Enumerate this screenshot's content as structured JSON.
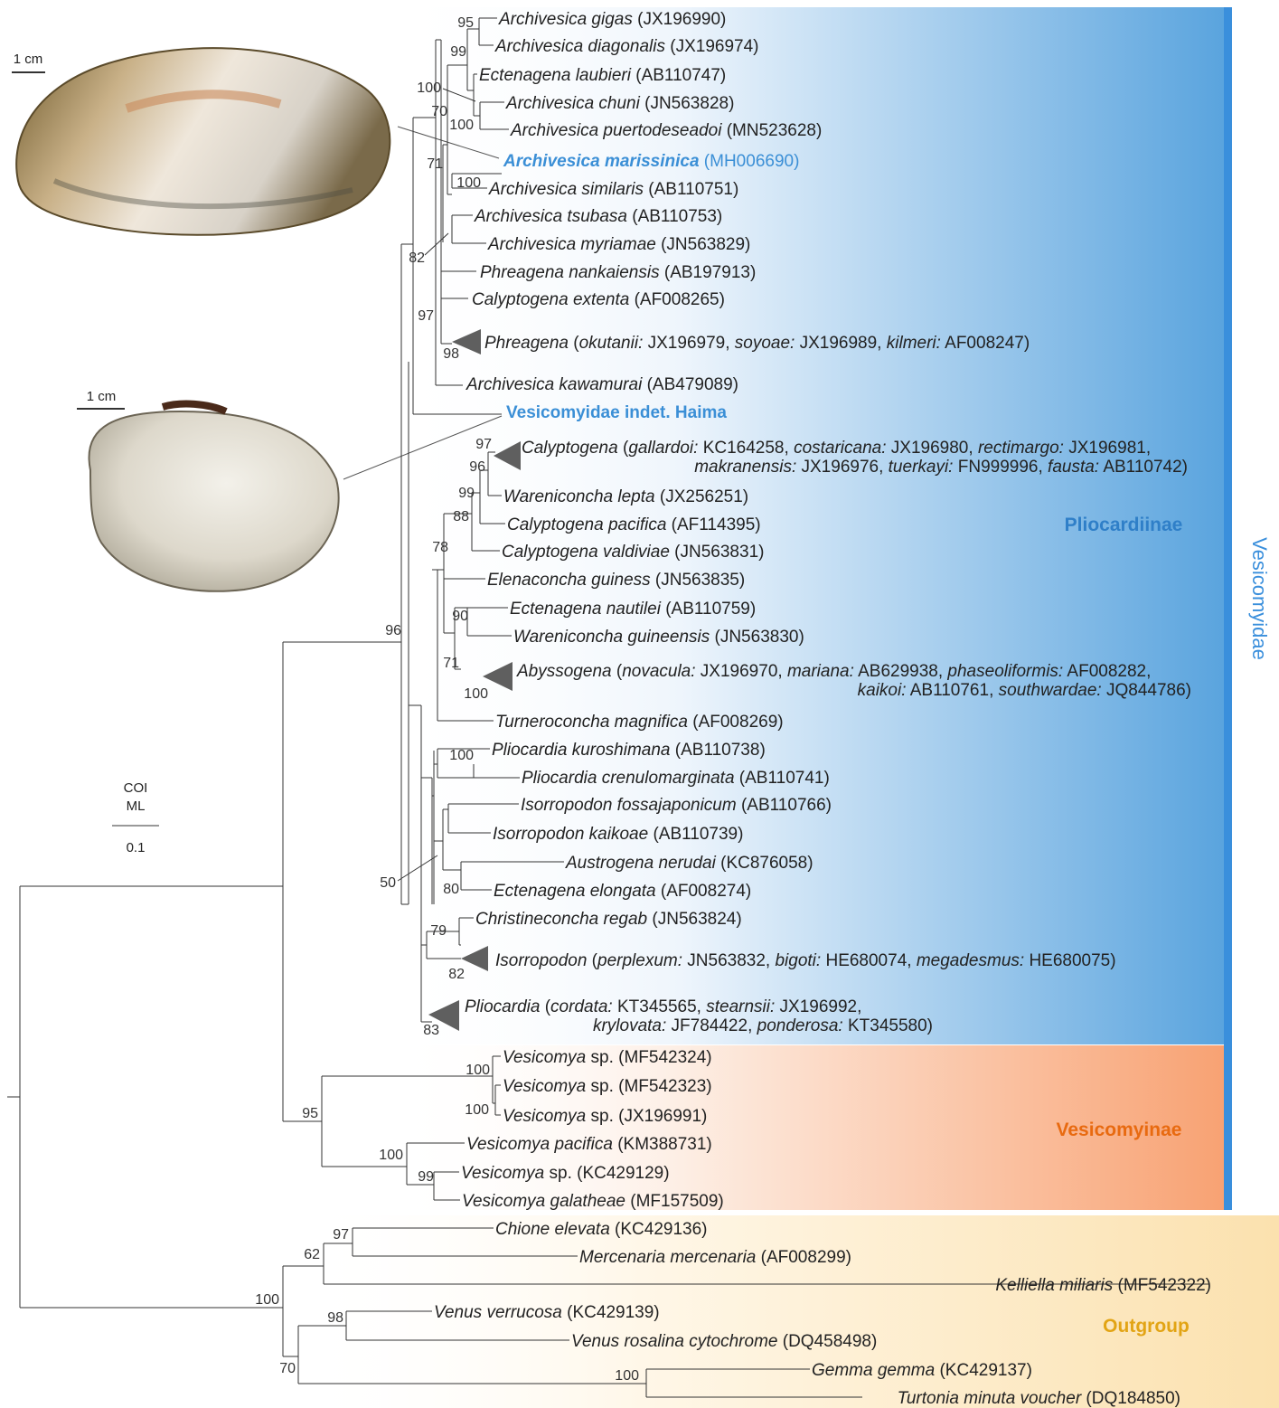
{
  "tree": {
    "method_lines": [
      "COI",
      "ML"
    ],
    "scale_bar": "0.1",
    "shell_scales": [
      "1 cm",
      "1 cm"
    ],
    "colors": {
      "branch": "#333333",
      "highlight": "#3b8fd6",
      "pliocardiinae": "#2f7fc8",
      "vesicomyinae": "#e86a10",
      "outgroup": "#e2a414",
      "vesicomyidae_bar": "#3a8fdc"
    },
    "groups": {
      "pliocardiinae": "Pliocardiinae",
      "vesicomyinae": "Vesicomyinae",
      "outgroup": "Outgroup",
      "family": "Vesicomyidae"
    },
    "taxa": [
      {
        "id": "gigas",
        "parts": [
          [
            "i",
            "Archivesica gigas"
          ],
          [
            "n",
            " (JX196990)"
          ]
        ]
      },
      {
        "id": "diagonalis",
        "parts": [
          [
            "i",
            "Archivesica diagonalis"
          ],
          [
            "n",
            " (JX196974)"
          ]
        ]
      },
      {
        "id": "laubieri",
        "parts": [
          [
            "i",
            "Ectenagena laubieri"
          ],
          [
            "n",
            " (AB110747)"
          ]
        ]
      },
      {
        "id": "chuni",
        "parts": [
          [
            "i",
            "Archivesica chuni"
          ],
          [
            "n",
            " (JN563828)"
          ]
        ]
      },
      {
        "id": "puerto",
        "parts": [
          [
            "i",
            "Archivesica puertodeseadoi"
          ],
          [
            "n",
            " (MN523628)"
          ]
        ]
      },
      {
        "id": "maris",
        "highlight": true,
        "parts": [
          [
            "ib",
            "Archivesica marissinica"
          ],
          [
            "n",
            " (MH006690)"
          ]
        ]
      },
      {
        "id": "similaris",
        "parts": [
          [
            "i",
            "Archivesica similaris"
          ],
          [
            "n",
            " (AB110751)"
          ]
        ]
      },
      {
        "id": "tsubasa",
        "parts": [
          [
            "i",
            "Archivesica tsubasa"
          ],
          [
            "n",
            " (AB110753)"
          ]
        ]
      },
      {
        "id": "myriamae",
        "parts": [
          [
            "i",
            "Archivesica myriamae"
          ],
          [
            "n",
            " (JN563829)"
          ]
        ]
      },
      {
        "id": "nankai",
        "parts": [
          [
            "i",
            "Phreagena nankaiensis"
          ],
          [
            "n",
            " (AB197913)"
          ]
        ]
      },
      {
        "id": "extenta",
        "parts": [
          [
            "i",
            "Calyptogena extenta"
          ],
          [
            "n",
            " (AF008265)"
          ]
        ]
      },
      {
        "id": "phreagena",
        "parts": [
          [
            "i",
            "Phreagena"
          ],
          [
            "n",
            " ("
          ],
          [
            "i",
            "okutanii:"
          ],
          [
            "n",
            " JX196979, "
          ],
          [
            "i",
            "soyoae:"
          ],
          [
            "n",
            " JX196989, "
          ],
          [
            "i",
            "kilmeri:"
          ],
          [
            "n",
            " AF008247)"
          ]
        ]
      },
      {
        "id": "kawamurai",
        "parts": [
          [
            "i",
            "Archivesica kawamurai"
          ],
          [
            "n",
            " (AB479089)"
          ]
        ]
      },
      {
        "id": "haima",
        "highlight": true,
        "parts": [
          [
            "b",
            "Vesicomyidae indet. Haima"
          ]
        ]
      },
      {
        "id": "calyp1",
        "parts": [
          [
            "i",
            "Calyptogena"
          ],
          [
            "n",
            " ("
          ],
          [
            "i",
            "gallardoi:"
          ],
          [
            "n",
            " KC164258, "
          ],
          [
            "i",
            "costaricana:"
          ],
          [
            "n",
            " JX196980, "
          ],
          [
            "i",
            "rectimargo:"
          ],
          [
            "n",
            " JX196981,"
          ]
        ]
      },
      {
        "id": "calyp2",
        "parts": [
          [
            "i",
            "makranensis:"
          ],
          [
            "n",
            " JX196976, "
          ],
          [
            "i",
            "tuerkayi:"
          ],
          [
            "n",
            " FN999996, "
          ],
          [
            "i",
            "fausta:"
          ],
          [
            "n",
            " AB110742)"
          ]
        ]
      },
      {
        "id": "lepta",
        "parts": [
          [
            "i",
            "Wareniconcha lepta"
          ],
          [
            "n",
            " (JX256251)"
          ]
        ]
      },
      {
        "id": "pacifica",
        "parts": [
          [
            "i",
            "Calyptogena pacifica"
          ],
          [
            "n",
            " (AF114395)"
          ]
        ]
      },
      {
        "id": "valdiviae",
        "parts": [
          [
            "i",
            "Calyptogena valdiviae"
          ],
          [
            "n",
            " (JN563831)"
          ]
        ]
      },
      {
        "id": "guiness",
        "parts": [
          [
            "i",
            "Elenaconcha guiness"
          ],
          [
            "n",
            " (JN563835)"
          ]
        ]
      },
      {
        "id": "nautilei",
        "parts": [
          [
            "i",
            "Ectenagena nautilei"
          ],
          [
            "n",
            " (AB110759)"
          ]
        ]
      },
      {
        "id": "guineensis",
        "parts": [
          [
            "i",
            "Wareniconcha guineensis"
          ],
          [
            "n",
            " (JN563830)"
          ]
        ]
      },
      {
        "id": "abysso1",
        "parts": [
          [
            "i",
            "Abyssogena"
          ],
          [
            "n",
            " ("
          ],
          [
            "i",
            "novacula:"
          ],
          [
            "n",
            " JX196970, "
          ],
          [
            "i",
            "mariana:"
          ],
          [
            "n",
            " AB629938, "
          ],
          [
            "i",
            "phaseoliformis:"
          ],
          [
            "n",
            " AF008282,"
          ]
        ]
      },
      {
        "id": "abysso2",
        "parts": [
          [
            "i",
            "kaikoi:"
          ],
          [
            "n",
            " AB110761, "
          ],
          [
            "i",
            "southwardae:"
          ],
          [
            "n",
            " JQ844786)"
          ]
        ]
      },
      {
        "id": "turnero",
        "parts": [
          [
            "i",
            "Turneroconcha magnifica"
          ],
          [
            "n",
            " (AF008269)"
          ]
        ]
      },
      {
        "id": "kuroshimana",
        "parts": [
          [
            "i",
            "Pliocardia kuroshimana"
          ],
          [
            "n",
            " (AB110738)"
          ]
        ]
      },
      {
        "id": "crenulo",
        "parts": [
          [
            "i",
            "Pliocardia crenulomarginata"
          ],
          [
            "n",
            " (AB110741)"
          ]
        ]
      },
      {
        "id": "fossa",
        "parts": [
          [
            "i",
            "Isorropodon fossajaponicum"
          ],
          [
            "n",
            " (AB110766)"
          ]
        ]
      },
      {
        "id": "kaikoae",
        "parts": [
          [
            "i",
            "Isorropodon kaikoae"
          ],
          [
            "n",
            " (AB110739)"
          ]
        ]
      },
      {
        "id": "nerudai",
        "parts": [
          [
            "i",
            "Austrogena nerudai"
          ],
          [
            "n",
            " (KC876058)"
          ]
        ]
      },
      {
        "id": "elongata",
        "parts": [
          [
            "i",
            "Ectenagena elongata"
          ],
          [
            "n",
            " (AF008274)"
          ]
        ]
      },
      {
        "id": "regab",
        "parts": [
          [
            "i",
            "Christineconcha regab"
          ],
          [
            "n",
            " (JN563824)"
          ]
        ]
      },
      {
        "id": "isorro",
        "parts": [
          [
            "i",
            "Isorropodon"
          ],
          [
            "n",
            " ("
          ],
          [
            "i",
            "perplexum:"
          ],
          [
            "n",
            " JN563832, "
          ],
          [
            "i",
            "bigoti:"
          ],
          [
            "n",
            " HE680074, "
          ],
          [
            "i",
            "megadesmus:"
          ],
          [
            "n",
            " HE680075)"
          ]
        ]
      },
      {
        "id": "plio1",
        "parts": [
          [
            "i",
            "Pliocardia"
          ],
          [
            "n",
            " ("
          ],
          [
            "i",
            "cordata:"
          ],
          [
            "n",
            " KT345565, "
          ],
          [
            "i",
            "stearnsii:"
          ],
          [
            "n",
            " JX196992,"
          ]
        ]
      },
      {
        "id": "plio2",
        "parts": [
          [
            "i",
            "krylovata:"
          ],
          [
            "n",
            " JF784422, "
          ],
          [
            "i",
            "ponderosa:"
          ],
          [
            "n",
            " KT345580)"
          ]
        ]
      },
      {
        "id": "vsp1",
        "parts": [
          [
            "i",
            "Vesicomya"
          ],
          [
            "n",
            " sp. (MF542324)"
          ]
        ]
      },
      {
        "id": "vsp2",
        "parts": [
          [
            "i",
            "Vesicomya"
          ],
          [
            "n",
            " sp. (MF542323)"
          ]
        ]
      },
      {
        "id": "vsp3",
        "parts": [
          [
            "i",
            "Vesicomya"
          ],
          [
            "n",
            " sp. (JX196991)"
          ]
        ]
      },
      {
        "id": "vpacifica",
        "parts": [
          [
            "i",
            "Vesicomya pacifica"
          ],
          [
            "n",
            " (KM388731)"
          ]
        ]
      },
      {
        "id": "vsp4",
        "parts": [
          [
            "i",
            "Vesicomya"
          ],
          [
            "n",
            " sp. (KC429129)"
          ]
        ]
      },
      {
        "id": "galatheae",
        "parts": [
          [
            "i",
            "Vesicomya galatheae"
          ],
          [
            "n",
            " (MF157509)"
          ]
        ]
      },
      {
        "id": "chione",
        "parts": [
          [
            "i",
            "Chione elevata"
          ],
          [
            "n",
            " (KC429136)"
          ]
        ]
      },
      {
        "id": "mercenaria",
        "parts": [
          [
            "i",
            "Mercenaria mercenaria"
          ],
          [
            "n",
            " (AF008299)"
          ]
        ]
      },
      {
        "id": "kelliella",
        "parts": [
          [
            "i",
            "Kelliella miliaris"
          ],
          [
            "n",
            " (MF542322)"
          ]
        ]
      },
      {
        "id": "verrucosa",
        "parts": [
          [
            "i",
            "Venus verrucosa"
          ],
          [
            "n",
            " (KC429139)"
          ]
        ]
      },
      {
        "id": "rosalina",
        "parts": [
          [
            "i",
            "Venus rosalina cytochrome"
          ],
          [
            "n",
            " (DQ458498)"
          ]
        ]
      },
      {
        "id": "gemma",
        "parts": [
          [
            "i",
            "Gemma gemma"
          ],
          [
            "n",
            " (KC429137)"
          ]
        ]
      },
      {
        "id": "turtonia",
        "parts": [
          [
            "i",
            "Turtonia minuta voucher"
          ],
          [
            "n",
            " (DQ184850)"
          ]
        ]
      }
    ],
    "bootstrap": [
      {
        "id": "b1",
        "value": "95"
      },
      {
        "id": "b2",
        "value": "99"
      },
      {
        "id": "b3",
        "value": "100"
      },
      {
        "id": "b4",
        "value": "70"
      },
      {
        "id": "b5",
        "value": "100"
      },
      {
        "id": "b6",
        "value": "71"
      },
      {
        "id": "b7",
        "value": "100"
      },
      {
        "id": "b8",
        "value": "82"
      },
      {
        "id": "b9",
        "value": "97"
      },
      {
        "id": "b10",
        "value": "98"
      },
      {
        "id": "b11",
        "value": "97"
      },
      {
        "id": "b12",
        "value": "96"
      },
      {
        "id": "b13",
        "value": "99"
      },
      {
        "id": "b14",
        "value": "88"
      },
      {
        "id": "b15",
        "value": "78"
      },
      {
        "id": "b16",
        "value": "90"
      },
      {
        "id": "b17",
        "value": "71"
      },
      {
        "id": "b18",
        "value": "100"
      },
      {
        "id": "b19",
        "value": "96"
      },
      {
        "id": "b20",
        "value": "100"
      },
      {
        "id": "b21",
        "value": "50"
      },
      {
        "id": "b22",
        "value": "80"
      },
      {
        "id": "b23",
        "value": "79"
      },
      {
        "id": "b24",
        "value": "82"
      },
      {
        "id": "b25",
        "value": "83"
      },
      {
        "id": "b26",
        "value": "100"
      },
      {
        "id": "b27",
        "value": "100"
      },
      {
        "id": "b28",
        "value": "95"
      },
      {
        "id": "b29",
        "value": "100"
      },
      {
        "id": "b30",
        "value": "99"
      },
      {
        "id": "b31",
        "value": "97"
      },
      {
        "id": "b32",
        "value": "62"
      },
      {
        "id": "b33",
        "value": "100"
      },
      {
        "id": "b34",
        "value": "98"
      },
      {
        "id": "b35",
        "value": "70"
      },
      {
        "id": "b36",
        "value": "100"
      }
    ]
  }
}
